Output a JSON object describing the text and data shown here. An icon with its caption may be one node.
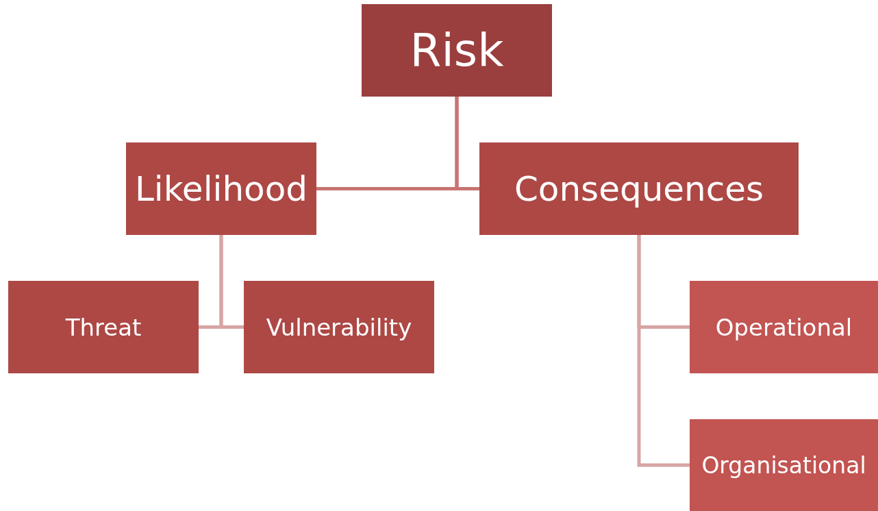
{
  "diagram": {
    "nodes": [
      {
        "text": [
          "Risk"
        ]
      },
      {
        "text": [
          "Likelihood"
        ]
      },
      {
        "text": [
          "Consequences"
        ]
      },
      {
        "text": [
          "Threat"
        ]
      },
      {
        "text": [
          "Vulnerability"
        ]
      },
      {
        "text": [
          "Operational"
        ]
      },
      {
        "text": [
          "Organisational"
        ]
      }
    ],
    "edges": [
      {
        "from": 0,
        "to": 1,
        "arrow": "none",
        "color": "#c87472"
      },
      {
        "from": 0,
        "to": 2,
        "arrow": "none",
        "color": "#c87472"
      },
      {
        "from": 1,
        "to": 3,
        "arrow": "none"
      },
      {
        "from": 1,
        "to": 4,
        "arrow": "none"
      },
      {
        "from": 2,
        "to": 5,
        "arrow": "none"
      },
      {
        "from": 2,
        "to": 6,
        "arrow": "none"
      }
    ]
  }
}
